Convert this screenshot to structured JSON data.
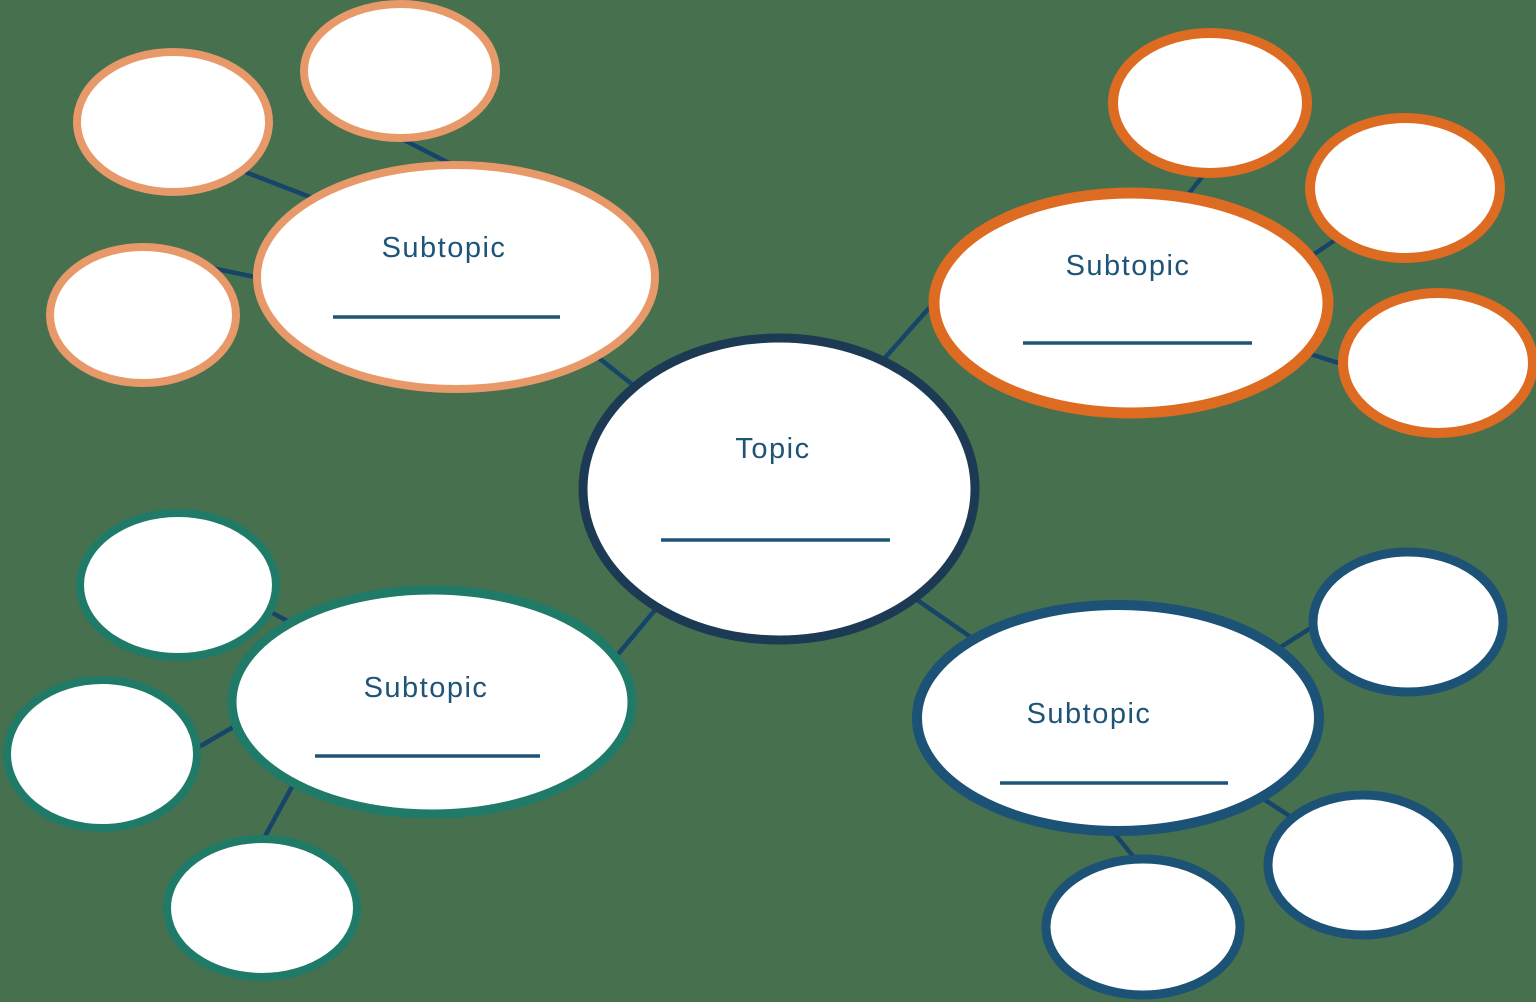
{
  "mindmap": {
    "topic": {
      "label": "Topic"
    },
    "subtopics": [
      {
        "position": "top-left",
        "label": "Subtopic"
      },
      {
        "position": "top-right",
        "label": "Subtopic"
      },
      {
        "position": "bottom-left",
        "label": "Subtopic"
      },
      {
        "position": "bottom-right",
        "label": "Subtopic"
      }
    ]
  },
  "colors": {
    "background": "#47704F",
    "node_fill": "#FFFFFF",
    "topic_border": "#1C3A54",
    "subtopic_top_left": "#E8996A",
    "subtopic_top_right": "#DD6B21",
    "subtopic_bottom_left": "#1F7A68",
    "subtopic_bottom_right": "#1B5276",
    "label_text": "#1D5477",
    "underline": "#1D5477",
    "connector": "#17456A"
  }
}
